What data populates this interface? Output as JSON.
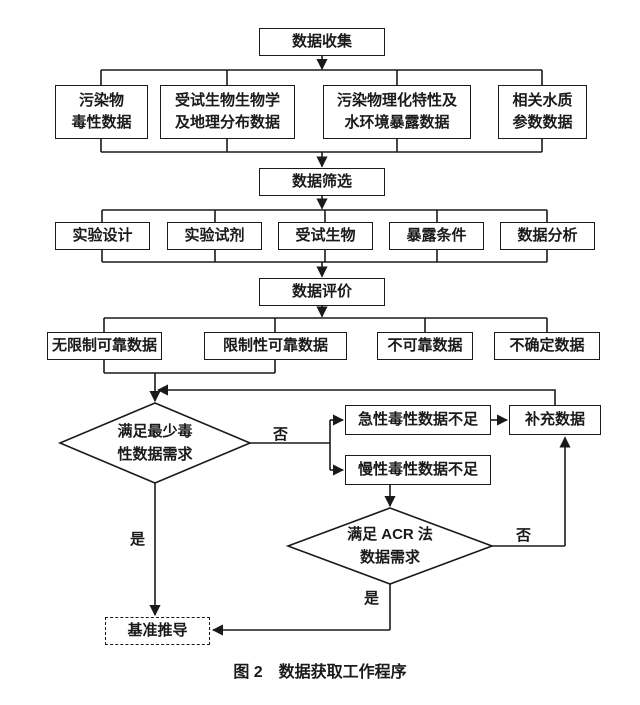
{
  "figure": {
    "caption": "图 2　数据获取工作程序"
  },
  "nodes": {
    "data_collection": "数据收集",
    "pollutant_toxicity": "污染物\n毒性数据",
    "organism_biology": "受试生物生物学\n及地理分布数据",
    "physchem_exposure": "污染物理化特性及\n水环境暴露数据",
    "water_quality_params": "相关水质\n参数数据",
    "data_screening": "数据筛选",
    "experiment_design": "实验设计",
    "experiment_reagents": "实验试剂",
    "test_organisms": "受试生物",
    "exposure_conditions": "暴露条件",
    "data_analysis": "数据分析",
    "data_evaluation": "数据评价",
    "unrestricted_reliable": "无限制可靠数据",
    "restricted_reliable": "限制性可靠数据",
    "unreliable": "不可靠数据",
    "uncertain": "不确定数据",
    "min_toxicity_decision": "满足最少毒\n性数据需求",
    "acute_insufficient": "急性毒性数据不足",
    "chronic_insufficient": "慢性毒性数据不足",
    "supplement_data": "补充数据",
    "acr_decision": "满足 ACR 法\n数据需求",
    "criteria_derivation": "基准推导"
  },
  "labels": {
    "no1": "否",
    "no2": "否",
    "yes1": "是",
    "yes2": "是"
  },
  "colors": {
    "line": "#1a1a1a",
    "text": "#1a1a1a",
    "background": "#ffffff"
  }
}
